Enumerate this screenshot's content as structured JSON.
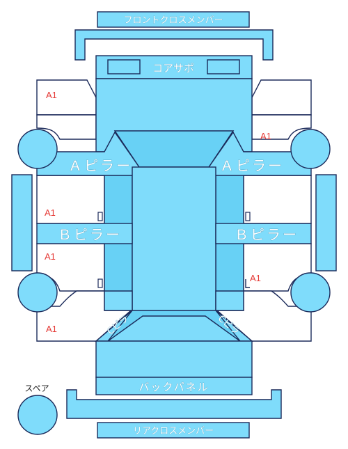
{
  "labels": {
    "front_cross_member": "フロントクロスメンバー",
    "core_support": "コアサポ",
    "a_pillar_left": "Ａピラー",
    "a_pillar_right": "Ａピラー",
    "b_pillar_left": "Ｂピラー",
    "b_pillar_right": "Ｂピラー",
    "c_pillar_left": "Cピラ",
    "c_pillar_right": "Cピラ",
    "back_panel": "バックパネル",
    "rear_cross_member": "リアクロスメンバー",
    "spare": "スペア"
  },
  "grades": {
    "front_left": "A1",
    "front_right": "A1",
    "mid_left_upper": "A1",
    "mid_left_lower": "A1",
    "mid_right_lower": "A1",
    "rear_left": "A1"
  },
  "colors": {
    "panel": "#7fdcfb",
    "panel_dark": "#68d1f5",
    "outline": "#1b2a5a",
    "grade": "#e53935"
  }
}
